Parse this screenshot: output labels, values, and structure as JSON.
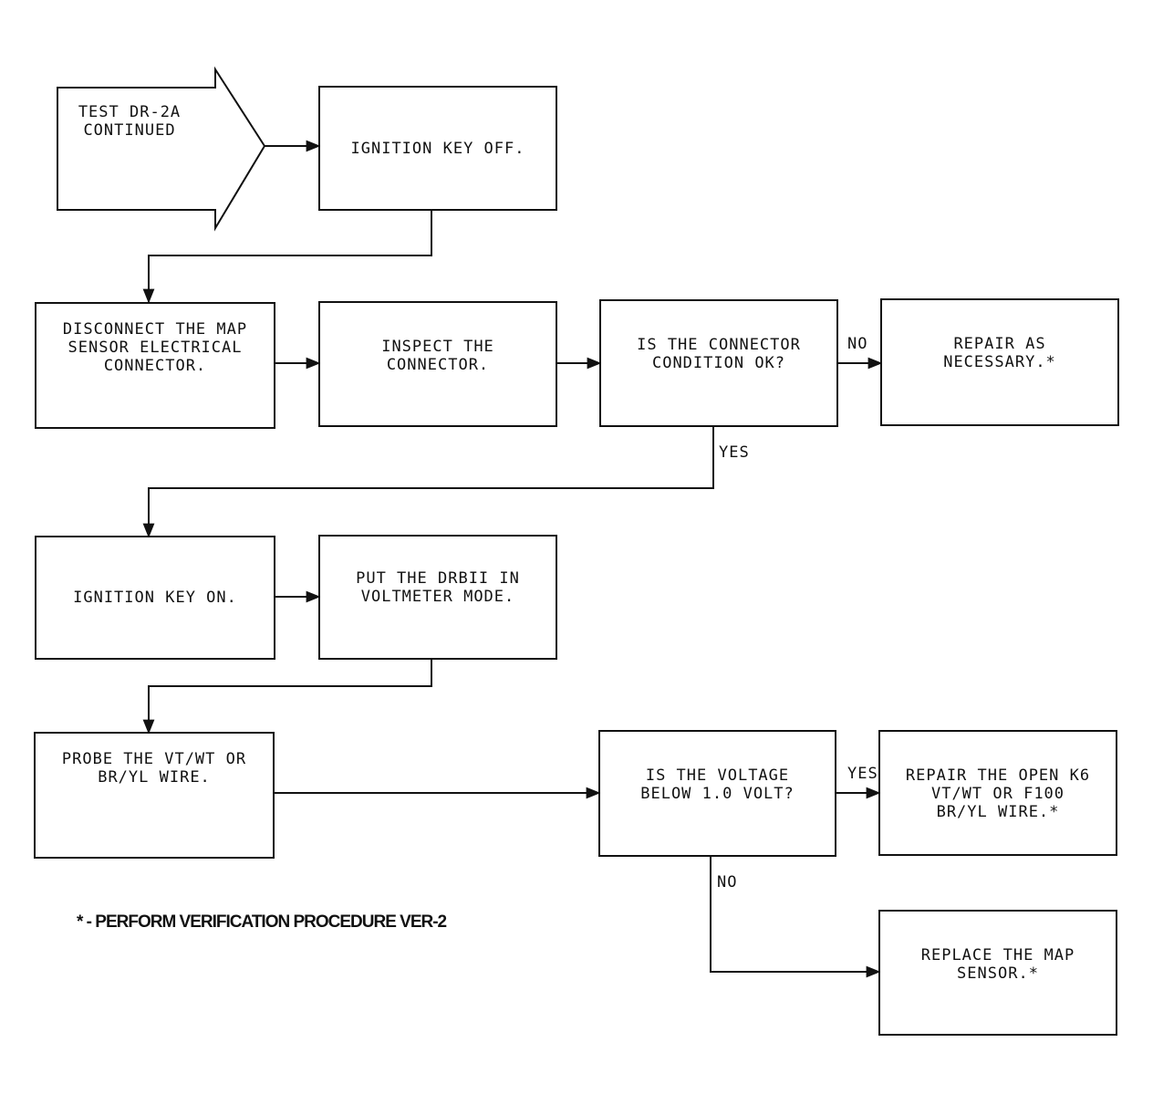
{
  "start": {
    "text": "TEST DR-2A\nCONTINUED"
  },
  "steps": {
    "ignition_off": "IGNITION KEY OFF.",
    "disconnect": "DISCONNECT THE MAP\nSENSOR ELECTRICAL\nCONNECTOR.",
    "inspect": "INSPECT THE\nCONNECTOR.",
    "connector_ok": "IS THE CONNECTOR\nCONDITION OK?",
    "repair_necessary": "REPAIR AS\nNECESSARY.*",
    "ignition_on": "IGNITION KEY ON.",
    "voltmeter": "PUT THE DRBII IN\nVOLTMETER MODE.",
    "probe": "PROBE THE VT/WT OR\nBR/YL WIRE.",
    "voltage_below": "IS THE VOLTAGE\nBELOW 1.0 VOLT?",
    "repair_open": "REPAIR THE OPEN K6\nVT/WT OR F100\nBR/YL WIRE.*",
    "replace_sensor": "REPLACE THE MAP\nSENSOR.*"
  },
  "labels": {
    "no1": "NO",
    "yes1": "YES",
    "yes2": "YES",
    "no2": "NO"
  },
  "footnote": "* - PERFORM VERIFICATION PROCEDURE VER-2"
}
